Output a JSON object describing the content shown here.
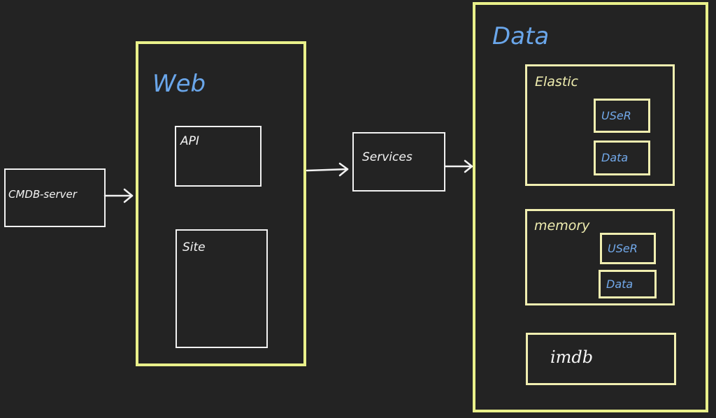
{
  "nodes": {
    "cmdb_server": {
      "label": "CMDB-server"
    },
    "web": {
      "label": "Web",
      "api": {
        "label": "API"
      },
      "site": {
        "label": "Site"
      }
    },
    "services": {
      "label": "Services"
    },
    "data": {
      "label": "Data",
      "elastic": {
        "label": "Elastic",
        "user": {
          "label": "USeR"
        },
        "data": {
          "label": "Data"
        }
      },
      "memory": {
        "label": "memory",
        "user": {
          "label": "USeR"
        },
        "data": {
          "label": "Data"
        }
      },
      "imdb": {
        "label": "imdb"
      }
    }
  },
  "colors": {
    "background": "#232323",
    "outline": "#f2f2f2",
    "container": "#e9f08a",
    "store": "#f0eeb0",
    "accent": "#6aa6ea"
  }
}
